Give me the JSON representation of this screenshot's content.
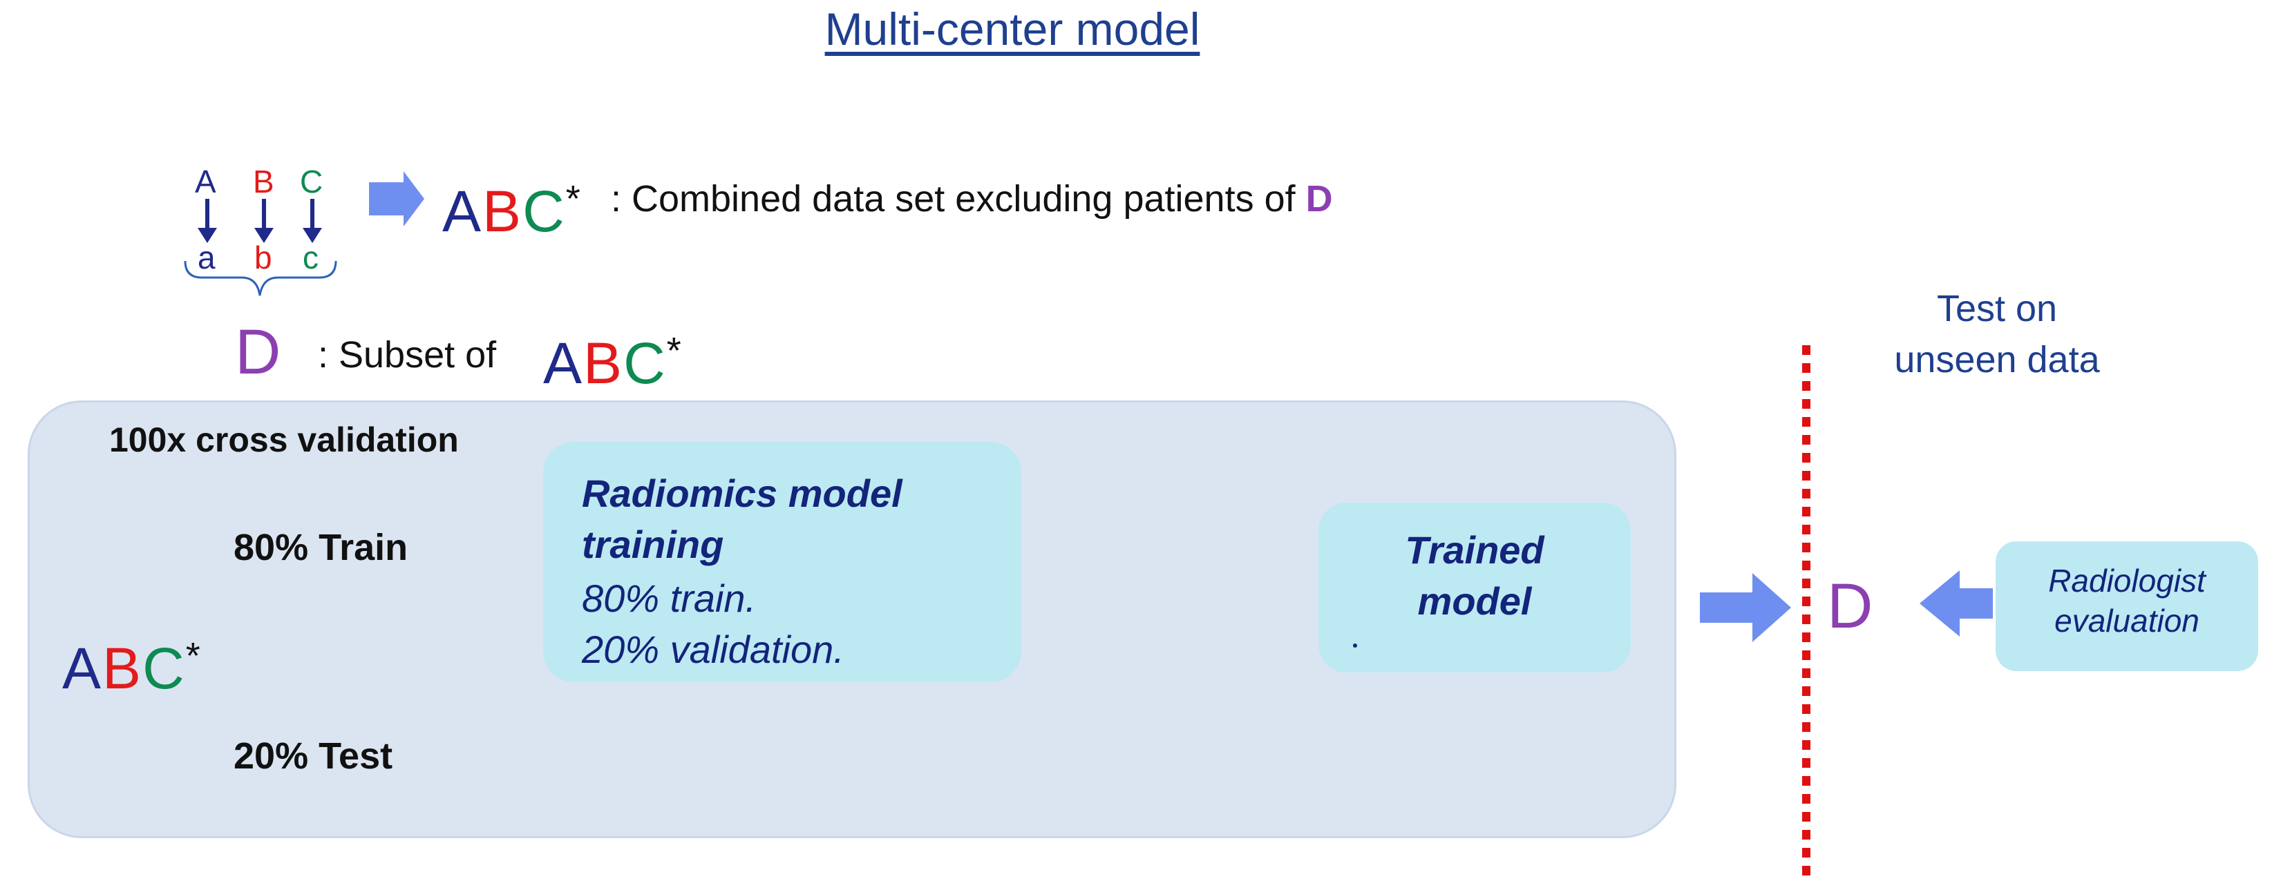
{
  "title": "Multi-center model",
  "legend": {
    "upper_letters": [
      "A",
      "B",
      "C"
    ],
    "lower_letters": [
      "a",
      "b",
      "c"
    ],
    "combined_abc": [
      "A",
      "B",
      "C",
      "*"
    ],
    "combined_desc": ": Combined data set excluding patients of",
    "combined_desc_d": "D",
    "subset_d": "D",
    "subset_desc": ": Subset of",
    "subset_abc": [
      "A",
      "B",
      "C",
      "*"
    ]
  },
  "cross_validation": {
    "label": "100x cross validation",
    "source_abc": [
      "A",
      "B",
      "C",
      "*"
    ],
    "train_label": "80%  Train",
    "test_label": "20%  Test",
    "radiomics_title_lines": [
      "Radiomics  model",
      "training"
    ],
    "radiomics_detail_lines": [
      "80% train.",
      "20% validation."
    ],
    "trained_model_lines": [
      "Trained",
      "model"
    ]
  },
  "test_on_unseen": [
    "Test on",
    "unseen data"
  ],
  "unseen_d": "D",
  "radiologist_lines": [
    "Radiologist",
    "evaluation"
  ],
  "colors": {
    "navy": "#1f2a8a",
    "red": "#e31b1b",
    "green": "#0e8a52",
    "purple": "#8b3fb0",
    "arrow": "#6f8ff0",
    "box_light": "#bde9f3",
    "panel": "#dbe5f1",
    "divider": "#e01010"
  }
}
